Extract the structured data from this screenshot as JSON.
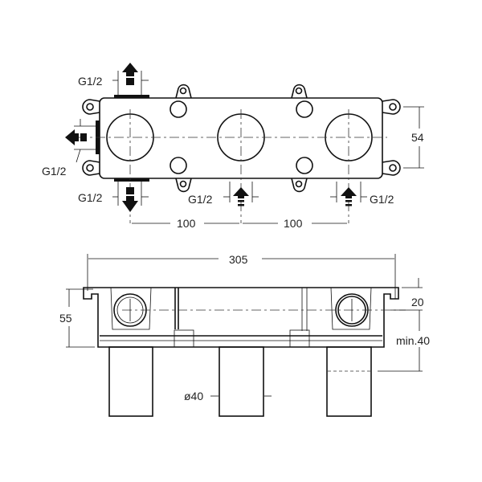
{
  "top_view": {
    "thread_labels": [
      "G1/2",
      "G1/2",
      "G1/2",
      "G1/2",
      "G1/2"
    ],
    "dim_height": "54",
    "dim_spacing_left": "100",
    "dim_spacing_right": "100"
  },
  "side_view": {
    "dim_width": "305",
    "dim_height": "55",
    "dim_flange": "20",
    "dim_min_depth": "min.40",
    "dim_diameter": "ø40"
  }
}
